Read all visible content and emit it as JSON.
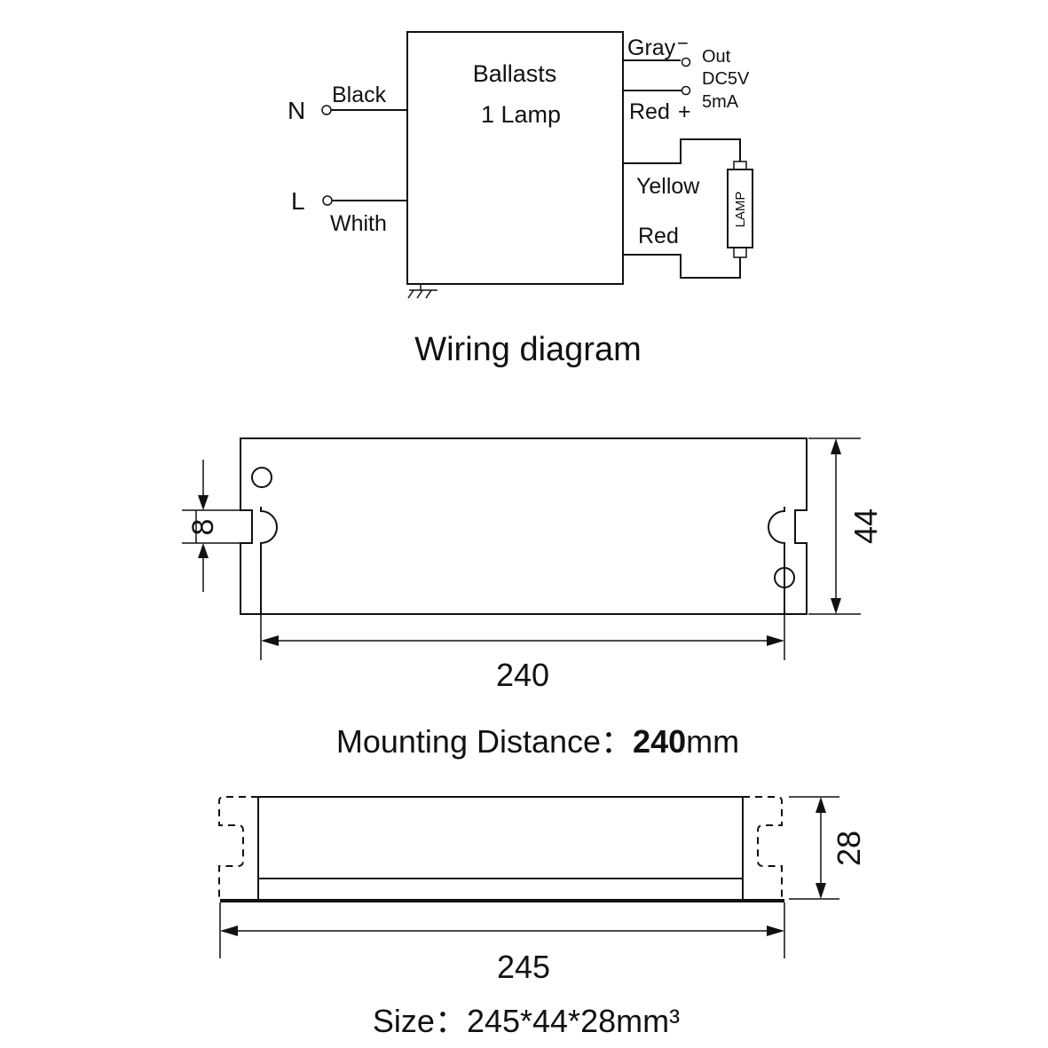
{
  "wiring": {
    "box_title": "Ballasts",
    "box_subtitle": "1 Lamp",
    "input_n": "N",
    "input_l": "L",
    "wire_black": "Black",
    "wire_white": "Whith",
    "out_gray": "Gray",
    "out_minus": "−",
    "out_label": "Out",
    "out_voltage": "DC5V",
    "out_current": "5mA",
    "out_red": "Red",
    "out_plus": "+",
    "lamp_yellow": "Yellow",
    "lamp_red": "Red",
    "lamp_label": "LAMP",
    "caption": "Wiring diagram"
  },
  "mounting": {
    "dim_slot": "8",
    "dim_height": "44",
    "dim_length": "240",
    "caption_prefix": "Mounting  Distance：",
    "caption_value": "240",
    "caption_unit": "mm"
  },
  "side": {
    "dim_height": "28",
    "dim_length": "245",
    "caption": "Size：245*44*28mm³"
  }
}
